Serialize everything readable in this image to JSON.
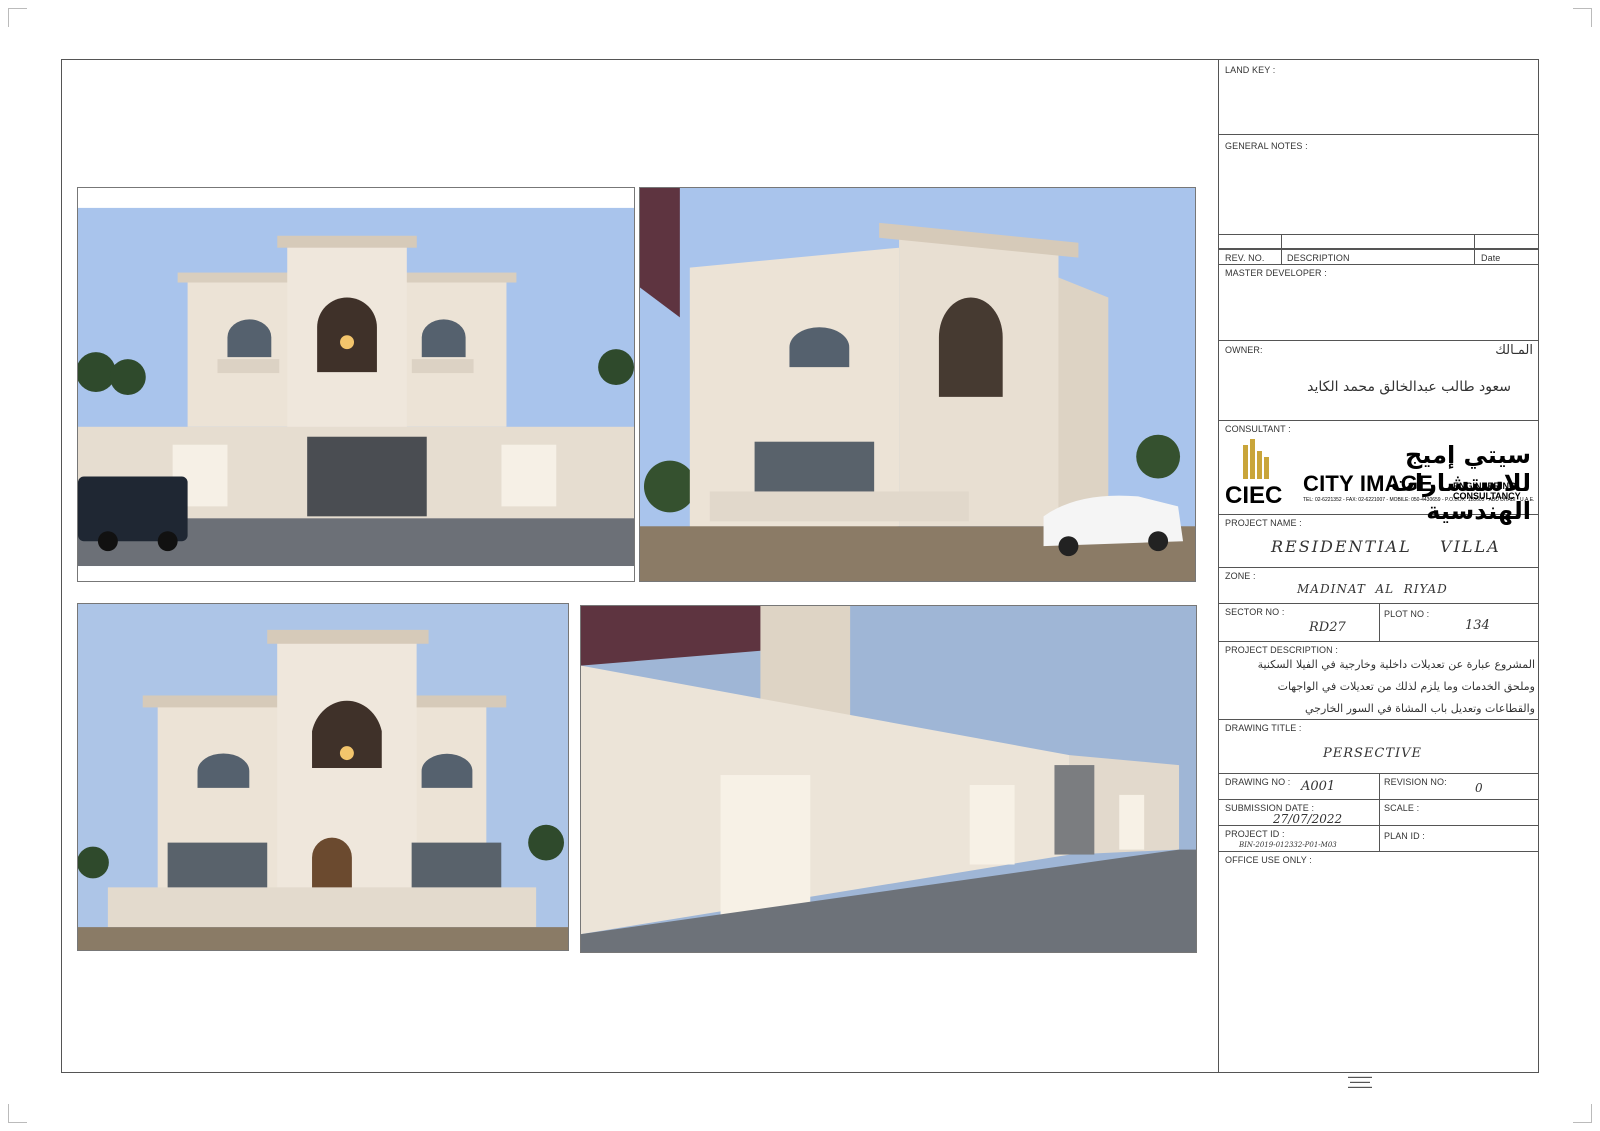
{
  "renders": [
    {
      "id": "front-elevation",
      "alt": "Front elevation render"
    },
    {
      "id": "perspective-side",
      "alt": "Side perspective render"
    },
    {
      "id": "front-perspective",
      "alt": "Front perspective render"
    },
    {
      "id": "boundary-wall",
      "alt": "Boundary wall render"
    }
  ],
  "title_block": {
    "land_key_label": "LAND KEY :",
    "general_notes_label": "GENERAL NOTES :",
    "rev_no_label": "REV. NO.",
    "description_label": "DESCRIPTION",
    "date_label": "Date",
    "master_developer_label": "MASTER DEVELOPER :",
    "owner_label": "OWNER:",
    "owner_label_ar": "المـالك",
    "owner_name_ar": "سعود طالب عبدالخالق محمد الكايد",
    "consultant_label": "CONSULTANT :",
    "consultant_logo": {
      "name_ar": "سيتي إميج للاستشارات الهندسية",
      "name_en": "CITY IMAGE",
      "sub_en": "ENGINEERING CONSULTANCY",
      "contact": "TEL: 02-6221352 - FAX: 02-6221007 - MOBILE: 050-4430659 - P.O.BOX: 128605 - ABU DHABI - U.A.E.",
      "mark": "CIEC"
    },
    "project_name_label": "PROJECT NAME :",
    "project_name": "RESIDENTIAL    VILLA",
    "zone_label": "ZONE :",
    "zone": "MADINAT  AL  RIYAD",
    "sector_no_label": "SECTOR NO :",
    "sector_no": "RD27",
    "plot_no_label": "PLOT NO :",
    "plot_no": "134",
    "project_description_label": "PROJECT DESCRIPTION :",
    "project_description_lines": [
      "المشروع عبارة عن تعديلات داخلية وخارجية في الفيلا السكنية",
      "وملحق الخدمات وما يلزم لذلك من تعديلات في الواجهات",
      "والقطاعات وتعديل باب المشاة في السور الخارجي"
    ],
    "drawing_title_label": "DRAWING TITLE :",
    "drawing_title": "PERSECTIVE",
    "drawing_no_label": "DRAWING NO :",
    "drawing_no": "A001",
    "revision_no_label": "REVISION NO:",
    "revision_no": "0",
    "submission_date_label": "SUBMISSION DATE :",
    "submission_date": "27/07/2022",
    "scale_label": "SCALE :",
    "project_id_label": "PROJECT ID :",
    "project_id": "BIN-2019-012332-P01-M03",
    "plan_id_label": "PLAN ID :",
    "office_use_label": "OFFICE USE ONLY :"
  },
  "colors": {
    "sky": "#a9c4ec",
    "stone": "#ece3d6",
    "stone_shadow": "#cdbfad",
    "ground": "#6c7077",
    "awning": "#5e3440"
  }
}
